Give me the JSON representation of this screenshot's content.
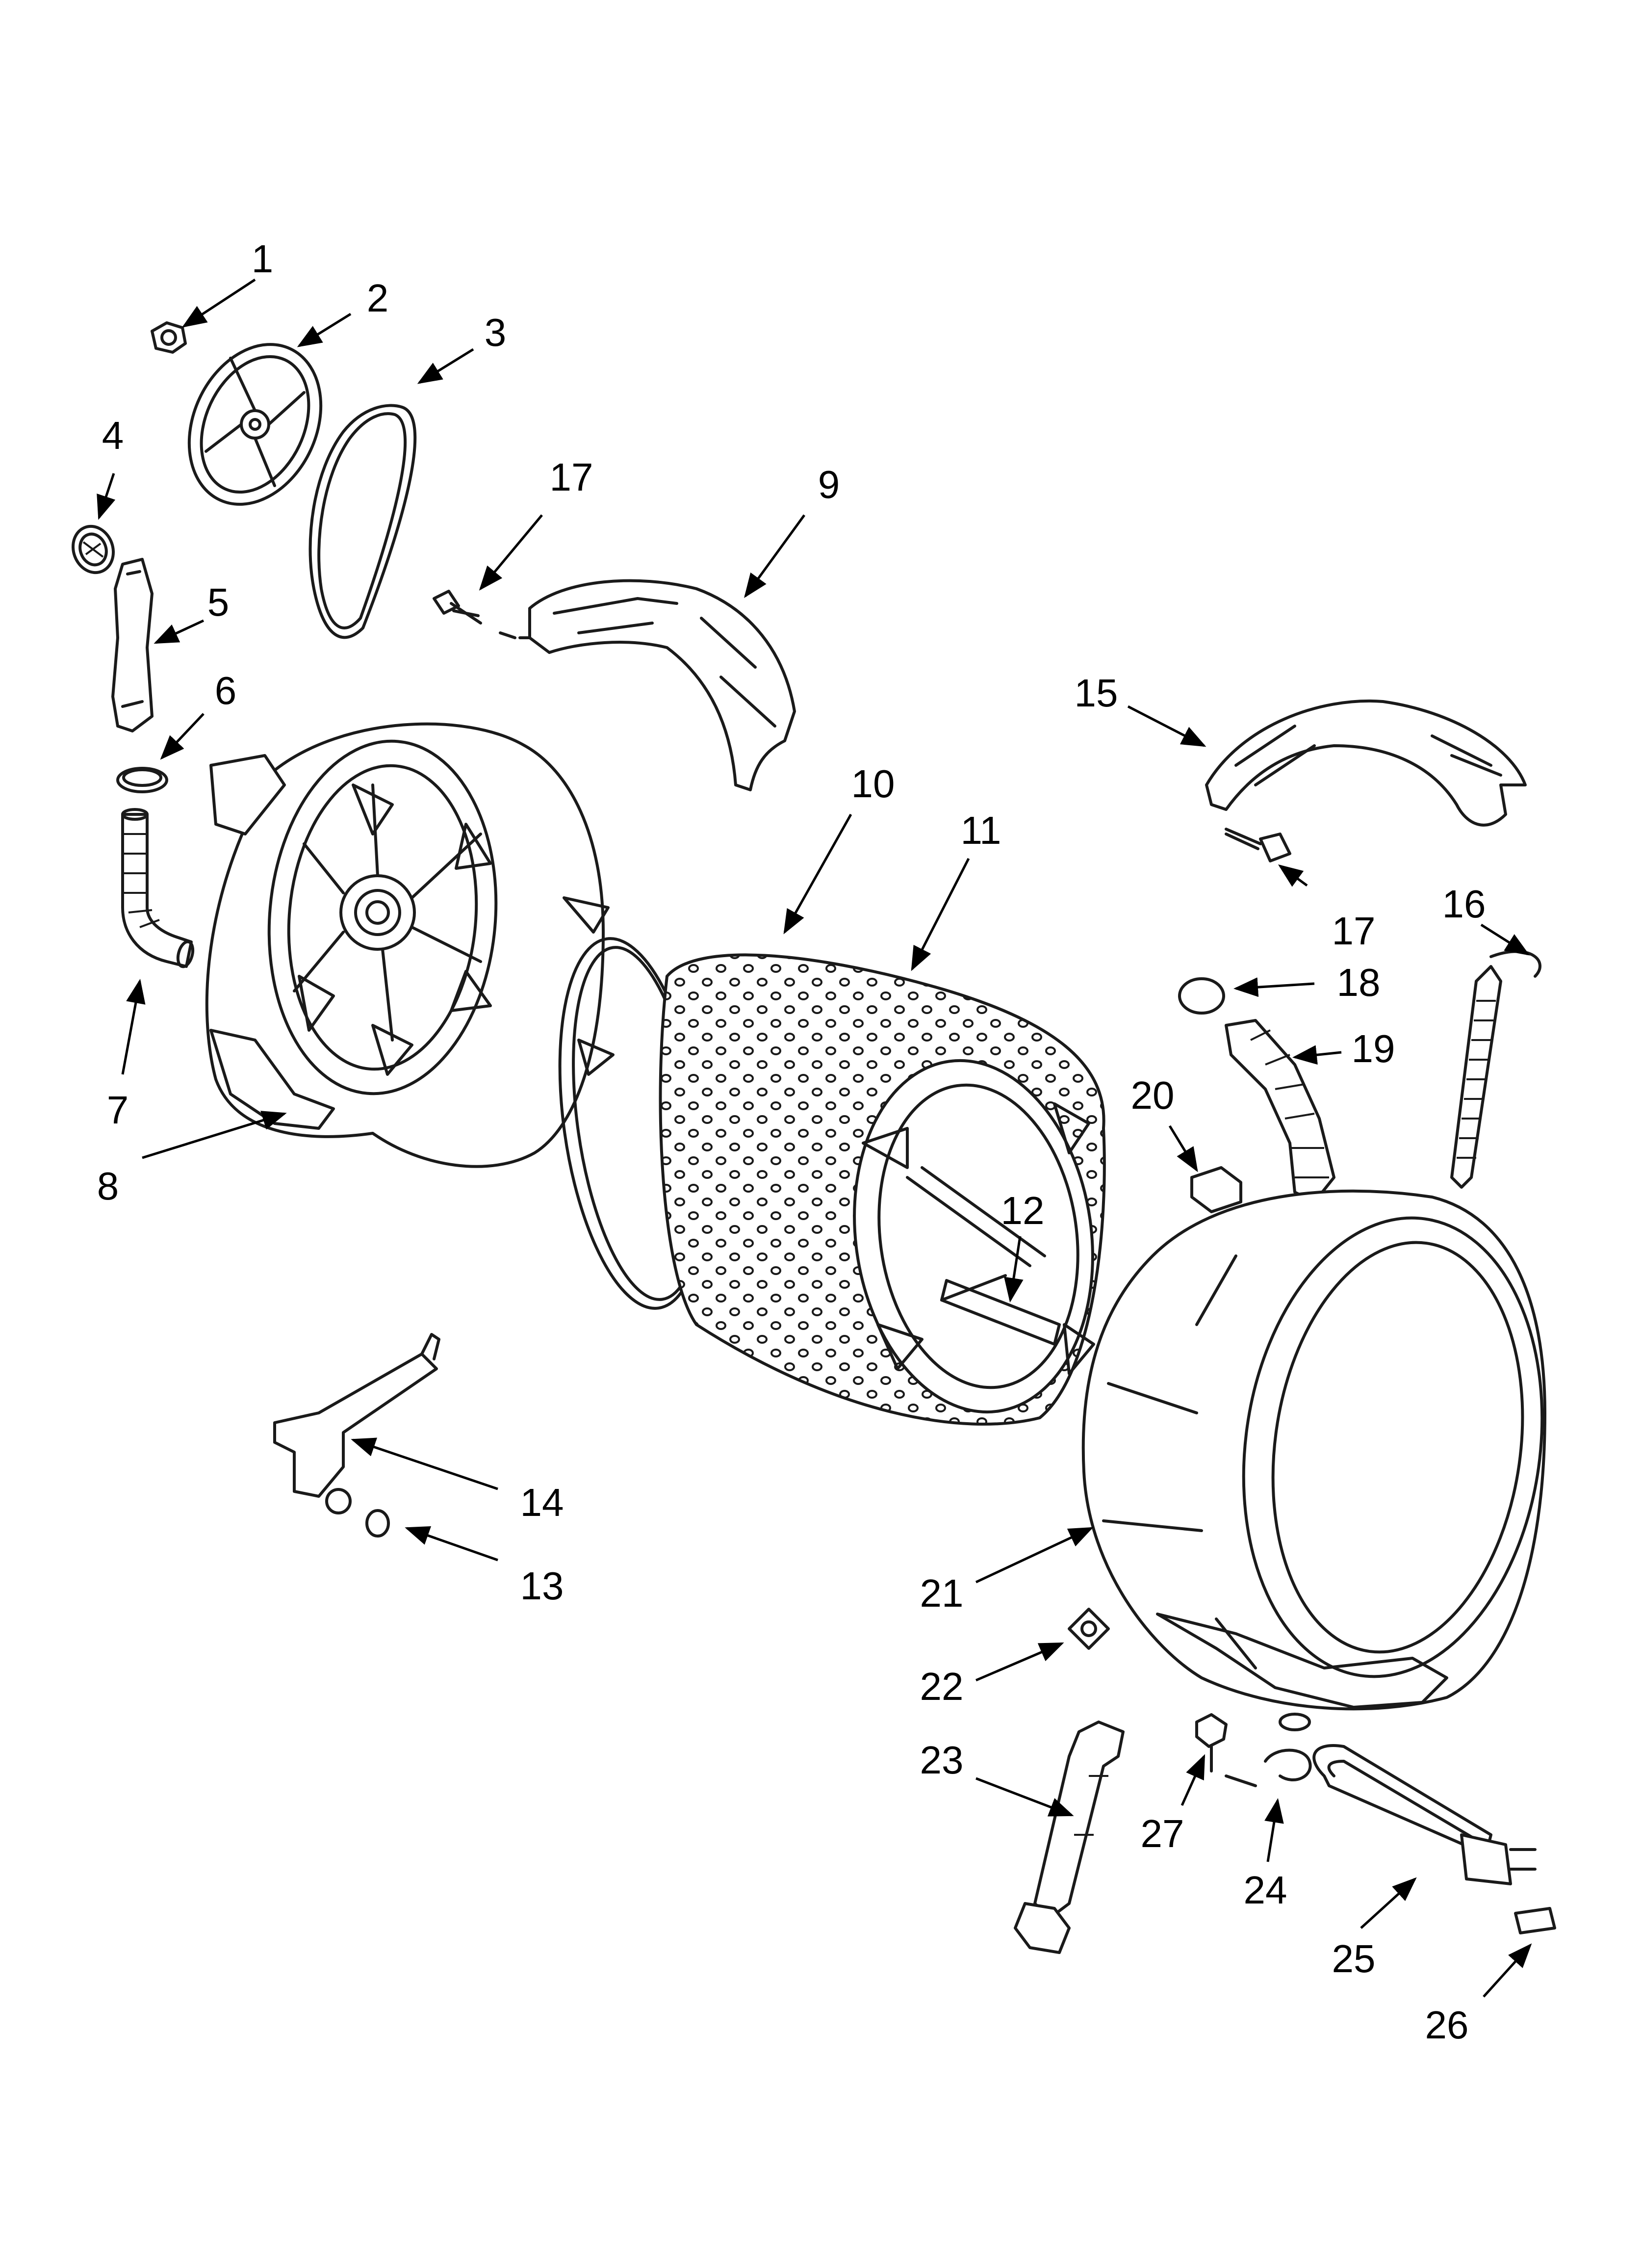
{
  "diagram": {
    "callouts": [
      {
        "id": "c1",
        "label": "1"
      },
      {
        "id": "c2",
        "label": "2"
      },
      {
        "id": "c3",
        "label": "3"
      },
      {
        "id": "c4",
        "label": "4"
      },
      {
        "id": "c5",
        "label": "5"
      },
      {
        "id": "c6",
        "label": "6"
      },
      {
        "id": "c7",
        "label": "7"
      },
      {
        "id": "c8",
        "label": "8"
      },
      {
        "id": "c9",
        "label": "9"
      },
      {
        "id": "c10",
        "label": "10"
      },
      {
        "id": "c11",
        "label": "11"
      },
      {
        "id": "c12",
        "label": "12"
      },
      {
        "id": "c13",
        "label": "13"
      },
      {
        "id": "c14",
        "label": "14"
      },
      {
        "id": "c15",
        "label": "15"
      },
      {
        "id": "c16",
        "label": "16"
      },
      {
        "id": "c17a",
        "label": "17"
      },
      {
        "id": "c17b",
        "label": "17"
      },
      {
        "id": "c18",
        "label": "18"
      },
      {
        "id": "c19",
        "label": "19"
      },
      {
        "id": "c20",
        "label": "20"
      },
      {
        "id": "c21",
        "label": "21"
      },
      {
        "id": "c22",
        "label": "22"
      },
      {
        "id": "c23",
        "label": "23"
      },
      {
        "id": "c24",
        "label": "24"
      },
      {
        "id": "c25",
        "label": "25"
      },
      {
        "id": "c26",
        "label": "26"
      },
      {
        "id": "c27",
        "label": "27"
      }
    ]
  }
}
